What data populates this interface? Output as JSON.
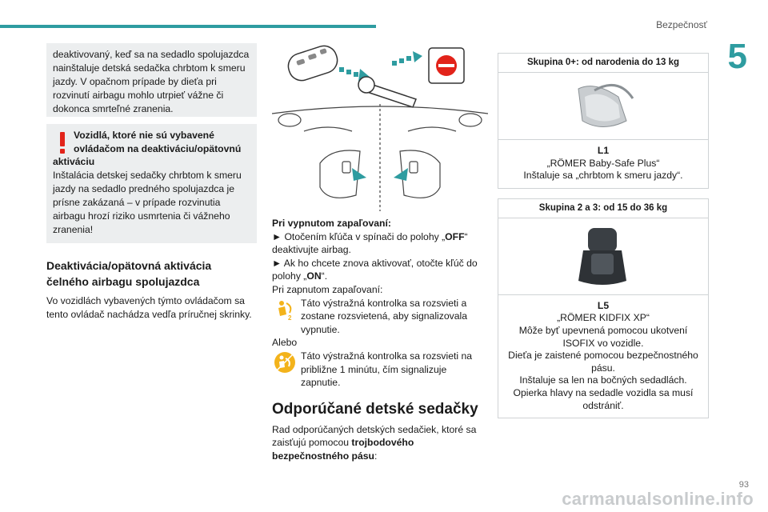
{
  "header": {
    "section_title": "Bezpečnosť",
    "chapter_number": "5"
  },
  "col1": {
    "box_text": "deaktivovaný, keď sa na sedadlo spolujazdca nainštaluje detská sedačka chrbtom k smeru jazdy. V opačnom prípade by dieťa pri rozvinutí airbagu mohlo utrpieť vážne či dokonca smrteľné zranenia.",
    "warning_title_a": "Vozidlá, ktoré nie sú vybavené ovládačom na deaktiváciu/opätovnú",
    "warning_title_b": "aktiváciu",
    "warning_body": "Inštalácia detskej sedačky chrbtom k smeru jazdy na sedadlo predného spolujazdca je prísne zakázaná – v prípade rozvinutia airbagu hrozí riziko usmrtenia či vážneho zranenia!",
    "section_heading": "Deaktivácia/opätovná aktivácia čelného airbagu spolujazdca",
    "section_text": "Vo vozidlách vybavených týmto ovládačom sa tento ovládač nachádza vedľa príručnej skrinky."
  },
  "col2": {
    "ignition_off": "Pri vypnutom zapaľovaní:",
    "step1_pre": "► Otočením kľúča v spínači do polohy „",
    "step1_key": "OFF",
    "step1_post": "“ deaktivujte airbag.",
    "step2_pre": "► Ak ho chcete znova aktivovať, otočte kľúč do polohy „",
    "step2_key": "ON",
    "step2_post": "“.",
    "ignition_on": "Pri zapnutom zapaľovaní:",
    "lamp1_text": "Táto výstražná kontrolka sa rozsvieti a zostane rozsvietená, aby signalizovala vypnutie.",
    "or_text": "Alebo",
    "lamp2_text": "Táto výstražná kontrolka sa rozsvieti na približne 1 minútu, čím signalizuje zapnutie.",
    "big_heading": "Odporúčané detské sedačky",
    "intro_pre": "Rad odporúčaných detských sedačiek, ktoré sa zaisťujú pomocou ",
    "intro_bold": "trojbodového bezpečnostného pásu",
    "intro_post": ":"
  },
  "cards": [
    {
      "head": "Skupina 0+: od narodenia do 13 kg",
      "code": "L1",
      "lines": [
        "„RÖMER Baby-Safe Plus“",
        "Inštaluje sa „chrbtom k smeru jazdy“."
      ]
    },
    {
      "head": "Skupina 2 a 3: od 15 do 36 kg",
      "code": "L5",
      "lines": [
        "„RÖMER KIDFIX XP“",
        "Môže byť upevnená pomocou ukotvení ISOFIX vo vozidle.",
        "Dieťa je zaistené pomocou bezpečnostného pásu.",
        "Inštaluje sa len na bočných sedadlách.",
        "Opierka hlavy na sedadle vozidla sa musí odstrániť."
      ]
    }
  ],
  "footer": {
    "page_number": "93",
    "watermark": "carmanualsonline.info"
  },
  "colors": {
    "accent": "#2e9ca0",
    "warning_red": "#e2231a",
    "box_bg": "#eceeef",
    "lamp_yellow": "#f3b31b"
  }
}
